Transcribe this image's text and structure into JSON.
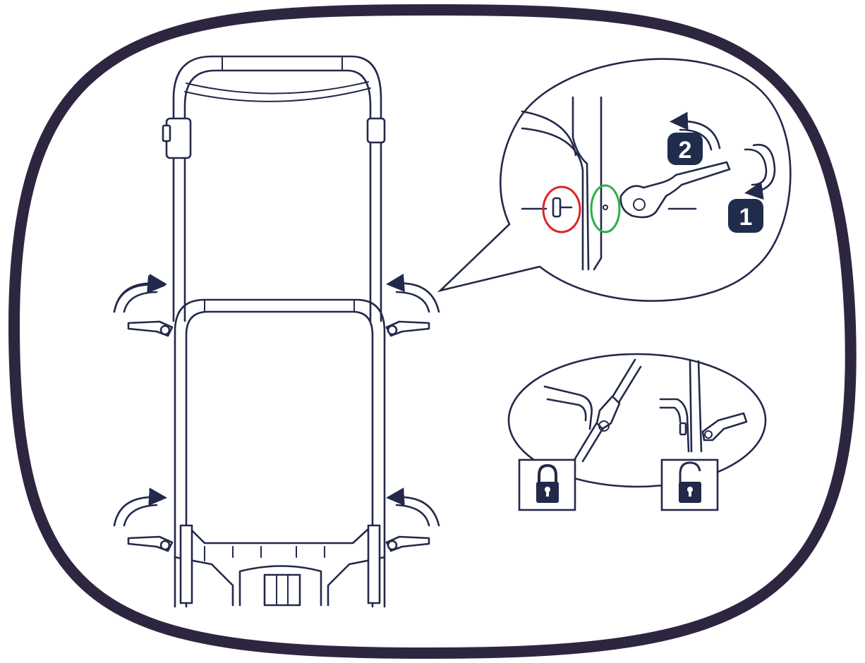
{
  "figure": {
    "frame_color": "#2e2640",
    "line_color": "#23294a",
    "badge_color": "#1f2c4c",
    "highlight_red": "#e02424",
    "highlight_green": "#2bb04a",
    "lock_color": "#23294a"
  },
  "callout_top": {
    "step_badges": [
      {
        "label": "2",
        "icon": "rotate-left-arrow-icon"
      },
      {
        "label": "1",
        "icon": "rotate-down-arrow-icon"
      }
    ],
    "highlights": [
      "red-circle-pin",
      "green-circle-hole"
    ]
  },
  "callout_bottom": {
    "states": [
      {
        "icon": "padlock-closed-icon"
      },
      {
        "icon": "padlock-open-icon"
      }
    ]
  },
  "handle": {
    "arrows": [
      "curved-arrow-icon",
      "curved-arrow-icon",
      "curved-arrow-icon",
      "curved-arrow-icon"
    ],
    "levers": [
      "quick-release-lever-icon",
      "quick-release-lever-icon",
      "quick-release-lever-icon",
      "quick-release-lever-icon"
    ]
  }
}
